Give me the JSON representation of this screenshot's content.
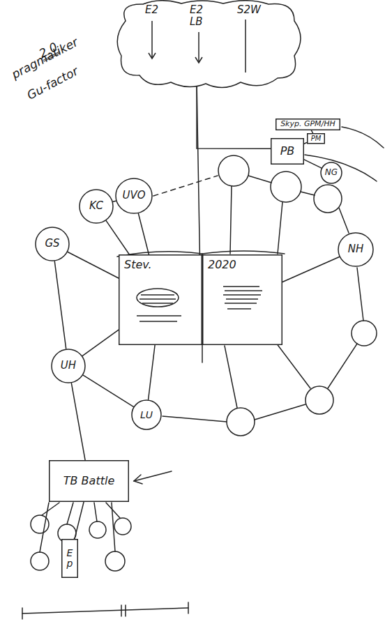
{
  "diagram": {
    "nodes": [
      {
        "text": [
          "E2",
          "E2 LB",
          "S2W"
        ]
      },
      {
        "text": [
          "Skyp. GPM/HH"
        ]
      },
      {
        "text": [
          "PM"
        ]
      },
      {
        "text": [
          "PB"
        ]
      },
      {
        "text": [
          "NG"
        ]
      },
      {
        "text": [
          "KC"
        ]
      },
      {
        "text": [
          "UVO"
        ]
      },
      {
        "text": [
          "GS"
        ]
      },
      {
        "text": [
          "Stev."
        ]
      },
      {
        "text": [
          "2020"
        ]
      },
      {
        "text": [
          "NH"
        ]
      },
      {
        "text": [
          "UH"
        ]
      },
      {
        "text": [
          "LU"
        ]
      },
      {
        "text": [
          "TB Battle"
        ]
      },
      {
        "text": [
          "Ep"
        ]
      }
    ],
    "edges": [
      {
        "from": 0,
        "to": 8,
        "arrow": "none"
      },
      {
        "from": 0,
        "to": 3,
        "arrow": "none"
      },
      {
        "from": 1,
        "to": 2,
        "arrow": "none"
      },
      {
        "from": 2,
        "to": 3,
        "arrow": "none"
      },
      {
        "from": 3,
        "to": 4,
        "arrow": "none"
      },
      {
        "from": 5,
        "to": 6,
        "arrow": "none"
      },
      {
        "from": 6,
        "to": 8,
        "arrow": "none"
      },
      {
        "from": 5,
        "to": 8,
        "arrow": "none"
      },
      {
        "from": 7,
        "to": 8,
        "arrow": "none"
      },
      {
        "from": 7,
        "to": 11,
        "arrow": "none"
      },
      {
        "from": 11,
        "to": 8,
        "arrow": "none"
      },
      {
        "from": 11,
        "to": 12,
        "arrow": "none"
      },
      {
        "from": 12,
        "to": 8,
        "arrow": "none"
      },
      {
        "from": 10,
        "to": 9,
        "arrow": "none"
      },
      {
        "from": 11,
        "to": 13,
        "arrow": "none"
      },
      {
        "from": 13,
        "to": 14,
        "arrow": "none"
      }
    ],
    "labels": [
      "2.0",
      "pragmatiker",
      "Gu-factor"
    ]
  }
}
